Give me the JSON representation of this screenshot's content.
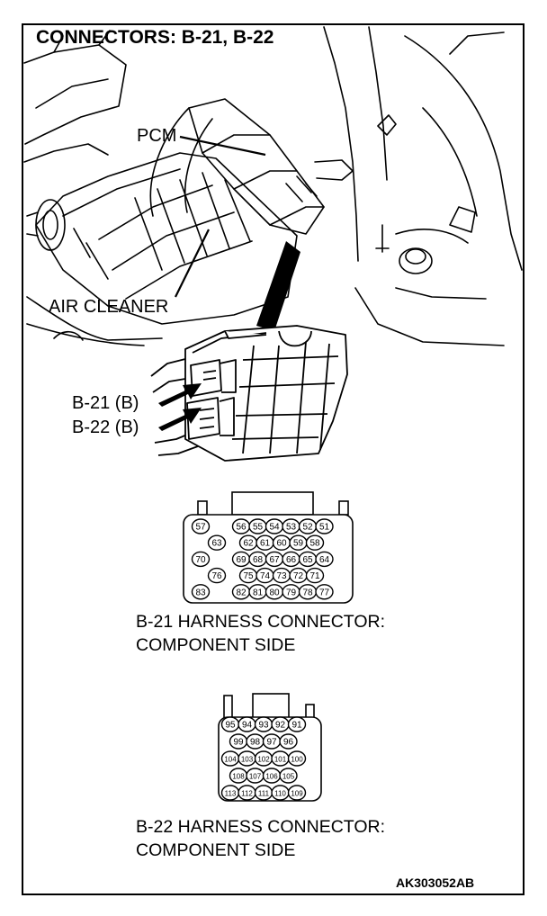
{
  "figure": {
    "title": "CONNECTORS: B-21, B-22",
    "figure_code": "AK303052AB"
  },
  "photo_labels": {
    "pcm": "PCM",
    "air_cleaner": "AIR CLEANER",
    "b21": "B-21 (B)",
    "b22": "B-22 (B)"
  },
  "connector_b21": {
    "caption_line1": "B-21 HARNESS CONNECTOR:",
    "caption_line2": "COMPONENT SIDE",
    "rows": [
      [
        "57",
        "56",
        "55",
        "54",
        "53",
        "52",
        "51"
      ],
      [
        "63",
        "62",
        "61",
        "60",
        "59",
        "58"
      ],
      [
        "70",
        "69",
        "68",
        "67",
        "66",
        "65",
        "64"
      ],
      [
        "76",
        "75",
        "74",
        "73",
        "72",
        "71"
      ],
      [
        "83",
        "82",
        "81",
        "80",
        "79",
        "78",
        "77"
      ]
    ]
  },
  "connector_b22": {
    "caption_line1": "B-22 HARNESS CONNECTOR:",
    "caption_line2": "COMPONENT SIDE",
    "rows": [
      [
        "95",
        "94",
        "93",
        "92",
        "91"
      ],
      [
        "99",
        "98",
        "97",
        "96"
      ],
      [
        "104",
        "103",
        "102",
        "101",
        "100"
      ],
      [
        "108",
        "107",
        "106",
        "105"
      ],
      [
        "113",
        "112",
        "111",
        "110",
        "109"
      ]
    ]
  }
}
